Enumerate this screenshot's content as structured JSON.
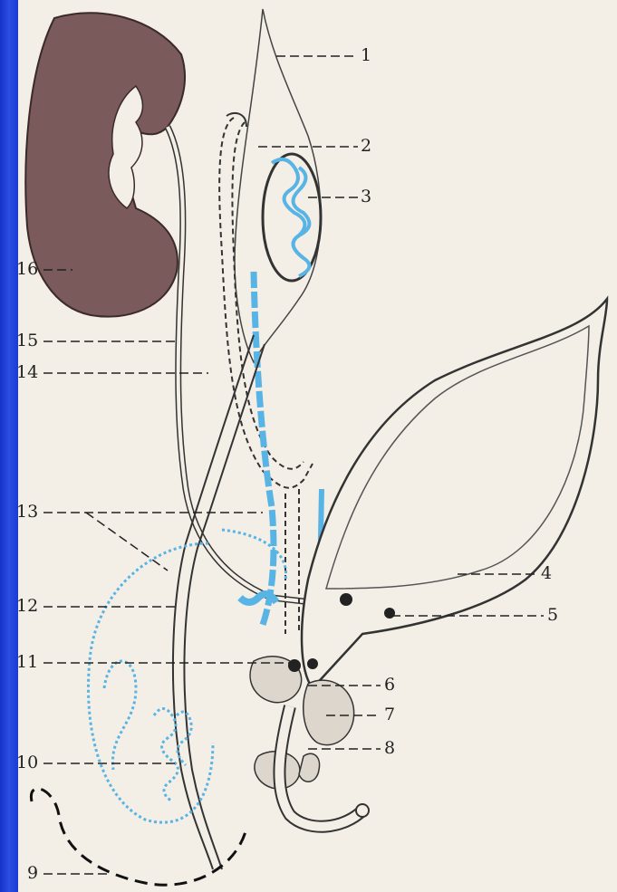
{
  "labels": {
    "l1": "1",
    "l2": "2",
    "l3": "3",
    "l4": "4",
    "l5": "5",
    "l6": "6",
    "l7": "7",
    "l8": "8",
    "l9": "9",
    "l10": "10",
    "l11": "11",
    "l12": "12",
    "l13": "13",
    "l14": "14",
    "l15": "15",
    "l16": "16"
  },
  "colors": {
    "slide_background": "#1b3ad6",
    "paper": "#f3efe6",
    "kidney": "#7a5a5a",
    "blue_structures": "#59b4e6",
    "ink": "#2a2a2a"
  }
}
